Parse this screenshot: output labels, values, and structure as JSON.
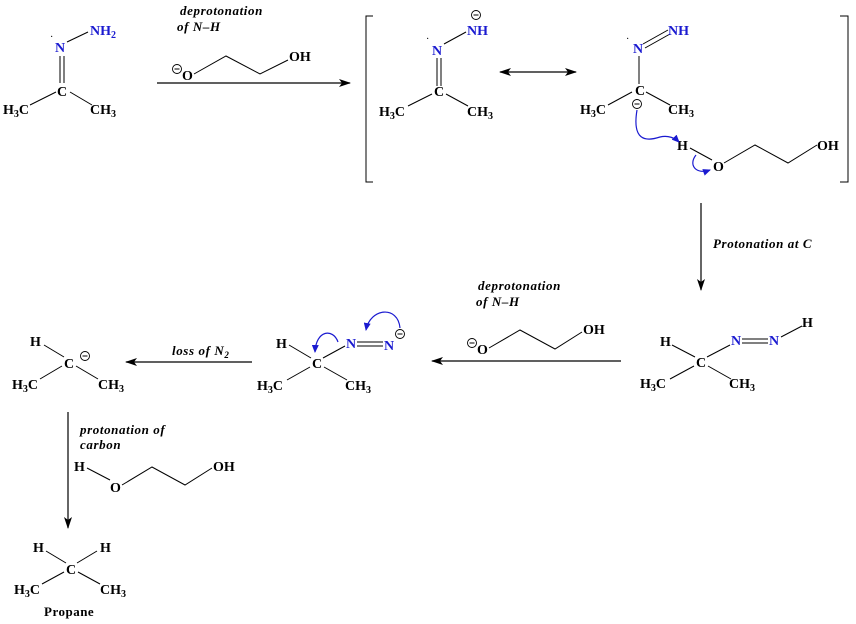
{
  "diagram": {
    "title": "Wolff-Kishner reduction mechanism of acetone hydrazone to propane",
    "colors": {
      "nitrogen": "#1a1ad0",
      "curly_arrow": "#1a1ad0",
      "text": "#000000"
    },
    "atoms": {
      "N": "N",
      "NH": "NH",
      "NH2_main": "NH",
      "NH2_sub": "2",
      "C": "C",
      "H": "H",
      "O": "O",
      "OH": "OH",
      "H3C_H": "H",
      "H3C_3": "3",
      "H3C_C": "C",
      "CH3_CH": "CH",
      "CH3_3": "3"
    },
    "labels": {
      "step1_line1": "deprotonation",
      "step1_line2": "of  N–H",
      "step2": "Protonation at C",
      "step3_line1": "deprotonation",
      "step3_line2": "of  N–H",
      "step4_pre": "loss of N",
      "step4_sub": "2",
      "step5_line1": "protonation of",
      "step5_line2": "carbon",
      "product": "Propane"
    },
    "reagents": {
      "base": "ethylene glycolate anion",
      "acid": "ethylene glycol"
    }
  }
}
